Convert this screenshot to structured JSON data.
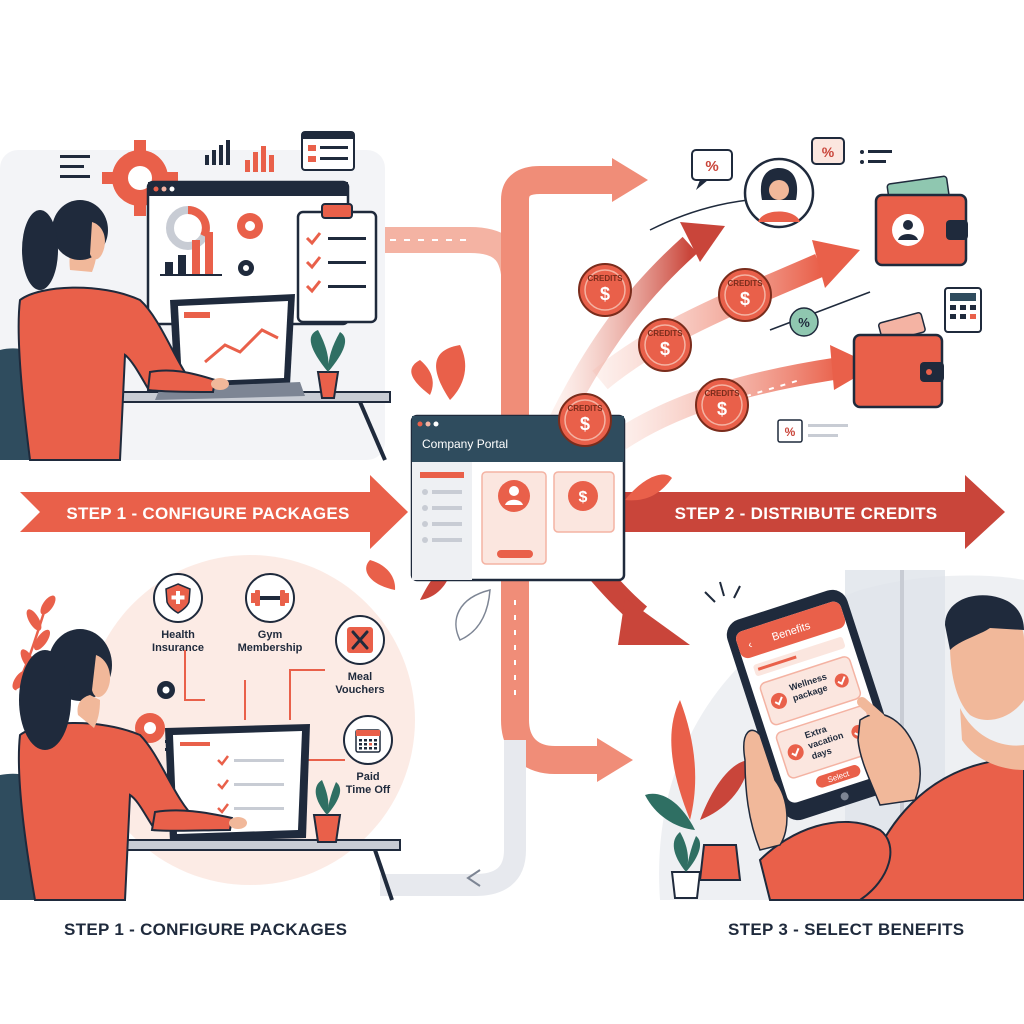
{
  "banners": {
    "step1": "STEP 1 - CONFIGURE PACKAGES",
    "step2": "STEP 2 - DISTRIBUTE CREDITS"
  },
  "captions": {
    "left": "STEP 1 - CONFIGURE PACKAGES",
    "right": "STEP 3 - SELECT BENEFITS"
  },
  "portal": {
    "title": "Company Portal",
    "icons": [
      "user-icon",
      "dollar-icon"
    ]
  },
  "coins": {
    "label": "CREDITS",
    "symbol": "$"
  },
  "benefit_options": [
    {
      "label": "Health\nInsurance",
      "icon": "shield-plus-icon"
    },
    {
      "label": "Gym\nMembership",
      "icon": "dumbbell-icon"
    },
    {
      "label": "Meal\nVouchers",
      "icon": "fork-knife-icon"
    },
    {
      "label": "Paid\nTime Off",
      "icon": "calendar-icon"
    }
  ],
  "phone": {
    "title": "Benefits",
    "items": [
      "Wellness package",
      "Extra vacation days"
    ],
    "button": "Select"
  },
  "badges": {
    "percent": "%"
  },
  "colors": {
    "accent": "#e9604a",
    "accent_dark": "#c9453a",
    "navy": "#1f2a3c",
    "soft_bg": "#fbe6df",
    "grey_bg": "#eef0f3"
  }
}
